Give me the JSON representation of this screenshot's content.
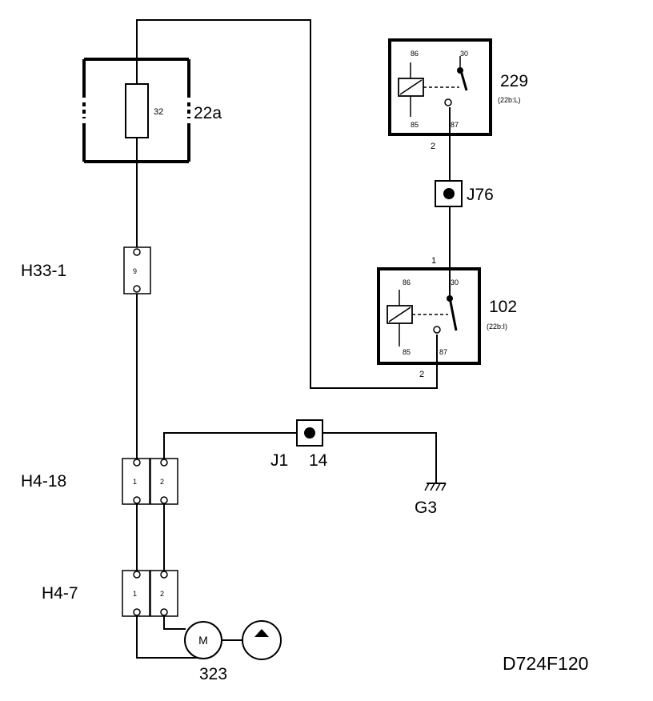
{
  "fuse_box": {
    "label": "22a",
    "fuse_number": "32"
  },
  "relay_229": {
    "label": "229",
    "sublabel": "(22b:L)",
    "pin_86": "86",
    "pin_30": "30",
    "pin_85": "85",
    "pin_87": "87",
    "out_pin": "2"
  },
  "junction_j76": {
    "label": "J76"
  },
  "relay_102": {
    "label": "102",
    "sublabel": "(22b:I)",
    "pin_86": "86",
    "pin_30": "30",
    "pin_85": "85",
    "pin_87": "87",
    "in_pin": "1",
    "out_pin": "2"
  },
  "connector_h33": {
    "label": "H33-1",
    "pin": "9"
  },
  "connector_h4_18": {
    "label": "H4-18",
    "pin_a": "1",
    "pin_b": "2"
  },
  "connector_h4_7": {
    "label": "H4-7",
    "pin_a": "1",
    "pin_b": "2"
  },
  "junction_j1": {
    "label": "J1",
    "number": "14"
  },
  "ground": {
    "label": "G3"
  },
  "pump": {
    "label": "323",
    "motor_symbol": "M"
  },
  "drawing_id": "D724F120"
}
